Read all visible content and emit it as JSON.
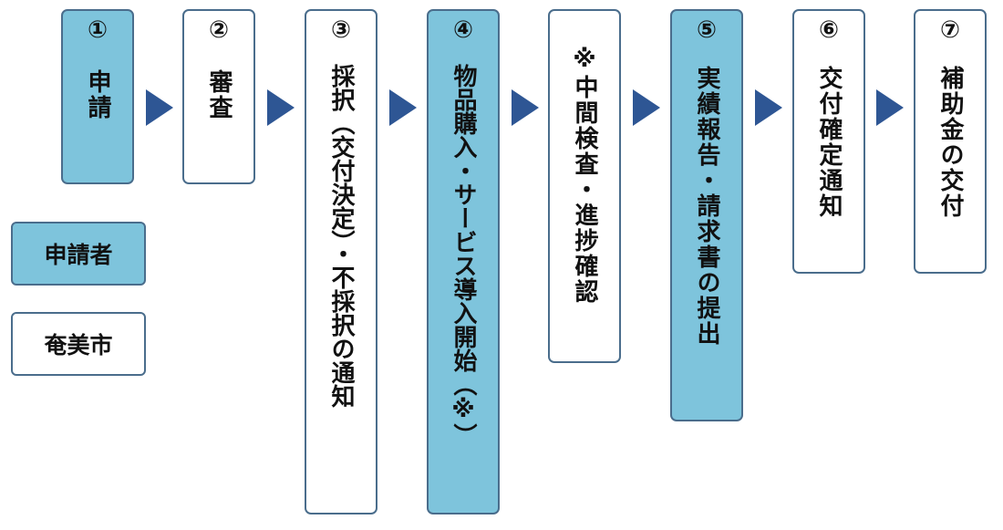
{
  "steps": [
    {
      "num": "①",
      "label": "申請",
      "role": "applicant"
    },
    {
      "num": "②",
      "label": "審査",
      "role": "city"
    },
    {
      "num": "③",
      "label": "採択（交付決定）・不採択の通知",
      "role": "city"
    },
    {
      "num": "④",
      "label": "物品購入・サービス導入開始（※）",
      "role": "applicant"
    },
    {
      "num": "",
      "label": "※中間検査・進捗確認",
      "role": "city"
    },
    {
      "num": "⑤",
      "label": "実績報告・請求書の提出",
      "role": "applicant"
    },
    {
      "num": "⑥",
      "label": "交付確定通知",
      "role": "city"
    },
    {
      "num": "⑦",
      "label": "補助金の交付",
      "role": "city"
    }
  ],
  "legend": {
    "applicant": "申請者",
    "city": "奄美市"
  },
  "colors": {
    "applicant_fill": "#7ec4dc",
    "city_fill": "#ffffff",
    "border": "#4a6d8c",
    "arrow": "#2e5694"
  }
}
